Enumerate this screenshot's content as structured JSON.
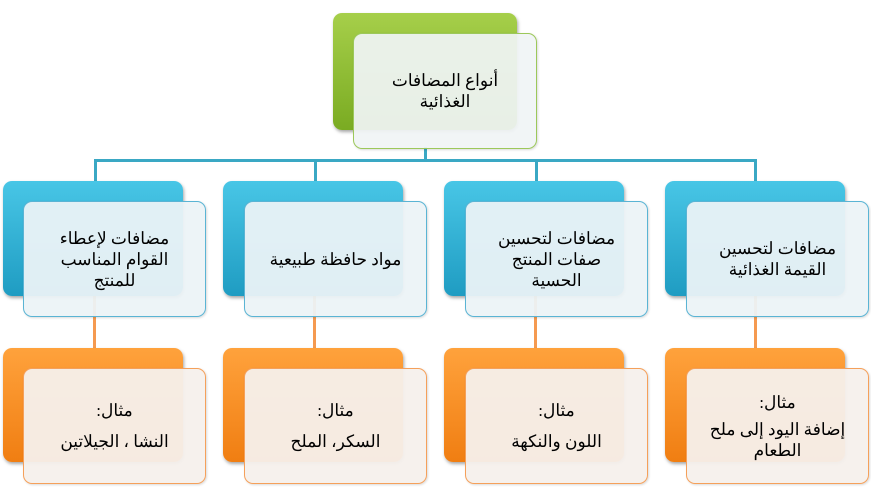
{
  "root": {
    "title": "أنواع المضافات الغذائية"
  },
  "colors": {
    "root": "#8dbd31",
    "category": "#2fb3d8",
    "example": "#f98f25"
  },
  "categories": [
    {
      "label": "مضافات لتحسين القيمة الغذائية",
      "example_label": "مثال:",
      "example": "إضافة اليود إلى ملح الطعام"
    },
    {
      "label": "مضافات لتحسين صفات المنتج الحسية",
      "example_label": "مثال:",
      "example": "اللون والنكهة"
    },
    {
      "label": "مواد حافظة طبيعية",
      "example_label": "مثال:",
      "example": "السكر، الملح"
    },
    {
      "label": "مضافات لإعطاء القوام المناسب للمنتج",
      "example_label": "مثال:",
      "example": "النشا ، الجيلاتين"
    }
  ]
}
